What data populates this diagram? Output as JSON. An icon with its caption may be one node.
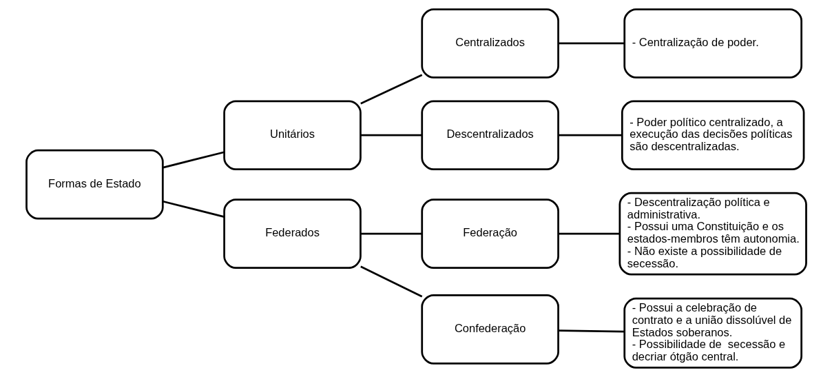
{
  "diagram": {
    "nodes": [
      {
        "text": [
          "Formas de Estado"
        ]
      },
      {
        "text": [
          "Unitários"
        ]
      },
      {
        "text": [
          "Federados"
        ]
      },
      {
        "text": [
          "Centralizados"
        ]
      },
      {
        "text": [
          "Descentralizados"
        ]
      },
      {
        "text": [
          "Federação"
        ]
      },
      {
        "text": [
          "Confederação"
        ]
      },
      {
        "text": [
          "- Centralização de poder."
        ]
      },
      {
        "text": [
          "- Poder político centralizado, a execução das decisões políticas são descentralizadas."
        ]
      },
      {
        "text": [
          "- Descentralização política e administrativa.",
          "- Possui uma Constituição e os estados-membros têm autonomia.",
          "- Não existe a possibilidade de secessão."
        ]
      },
      {
        "text": [
          "- Possui a celebração de contrato e a união dissolúvel de Estados soberanos.",
          "- Possibilidade de  secessão e decriar ótgão central."
        ]
      }
    ],
    "edges": [
      {
        "from": 0,
        "to": 1,
        "arrow": "none"
      },
      {
        "from": 0,
        "to": 2,
        "arrow": "none"
      },
      {
        "from": 1,
        "to": 3,
        "arrow": "none"
      },
      {
        "from": 1,
        "to": 4,
        "arrow": "none"
      },
      {
        "from": 2,
        "to": 5,
        "arrow": "none"
      },
      {
        "from": 2,
        "to": 6,
        "arrow": "none"
      },
      {
        "from": 3,
        "to": 7,
        "arrow": "none"
      },
      {
        "from": 4,
        "to": 8,
        "arrow": "none"
      },
      {
        "from": 5,
        "to": 9,
        "arrow": "none"
      },
      {
        "from": 6,
        "to": 10,
        "arrow": "none"
      }
    ]
  }
}
